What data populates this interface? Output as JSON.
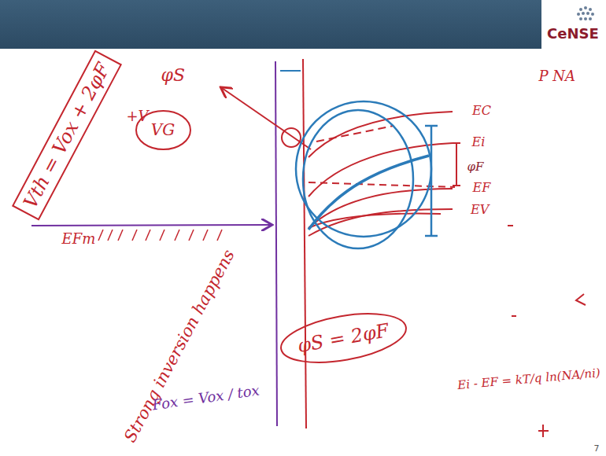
{
  "diagram": {
    "nodes": [
      {
        "text": [
          "Vth = Vox + 2φF"
        ]
      },
      {
        "text": [
          "VG"
        ]
      },
      {
        "text": [
          "φS = 2φF"
        ]
      }
    ],
    "labels": [
      "φS",
      "+V",
      "EFm",
      "Strong inversion happens",
      "Fox = Vox / tox",
      "EC",
      "Ei",
      "φF",
      "EF",
      "EV",
      "P NA",
      "Ei - EF = kT/q ln(NA/ni)",
      "CeNSE",
      "7"
    ]
  }
}
